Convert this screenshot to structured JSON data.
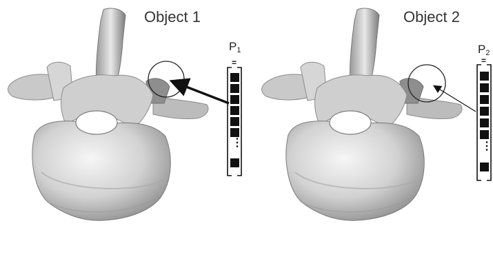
{
  "objects": [
    {
      "title": "Object 1",
      "point_label": "P",
      "point_subscript": "1"
    },
    {
      "title": "Object 2",
      "point_label": "P",
      "point_subscript": "2"
    }
  ],
  "vector": {
    "top_glyph": "=",
    "gap_glyph": "⋮"
  },
  "colors": {
    "bone_light": "#f4f4f4",
    "bone_mid": "#bdbdbd",
    "bone_dark": "#6d6d6d",
    "ink": "#111111"
  }
}
